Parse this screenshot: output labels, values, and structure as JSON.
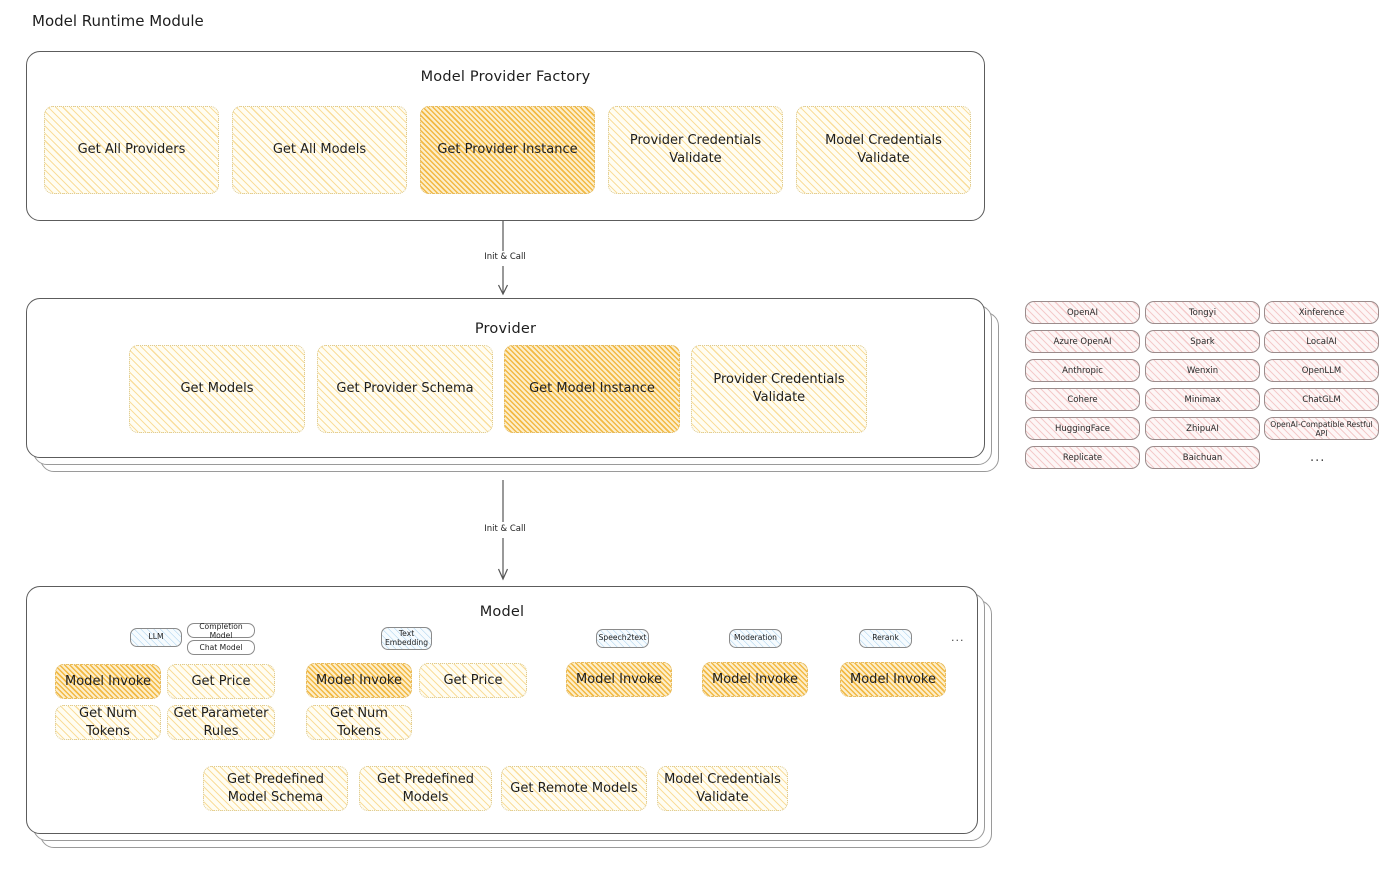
{
  "diagram": {
    "title": "Model Runtime Module",
    "arrow_label_top": "Init & Call",
    "arrow_label_bottom": "Init & Call",
    "ellipsis": "..."
  },
  "factory": {
    "title": "Model Provider Factory",
    "boxes": [
      {
        "label": "Get All Providers",
        "highlight": false
      },
      {
        "label": "Get All Models",
        "highlight": false
      },
      {
        "label": "Get Provider Instance",
        "highlight": true
      },
      {
        "label": "Provider Credentials Validate",
        "highlight": false
      },
      {
        "label": "Model Credentials Validate",
        "highlight": false
      }
    ]
  },
  "provider": {
    "title": "Provider",
    "boxes": [
      {
        "label": "Get Models",
        "highlight": false
      },
      {
        "label": "Get Provider Schema",
        "highlight": false
      },
      {
        "label": "Get Model Instance",
        "highlight": true
      },
      {
        "label": "Provider Credentials Validate",
        "highlight": false
      }
    ]
  },
  "provider_list": {
    "column1": [
      "OpenAI",
      "Azure OpenAI",
      "Anthropic",
      "Cohere",
      "HuggingFace",
      "Replicate"
    ],
    "column2": [
      "Tongyi",
      "Spark",
      "Wenxin",
      "Minimax",
      "ZhipuAI",
      "Baichuan"
    ],
    "column3": [
      "Xinference",
      "LocalAI",
      "OpenLLM",
      "ChatGLM",
      "OpenAI-Compatible Restful API"
    ],
    "more": "..."
  },
  "model": {
    "title": "Model",
    "more": "...",
    "types": [
      {
        "tag": "LLM",
        "subtags": [
          "Completion Model",
          "Chat Model"
        ],
        "methods": [
          "Model Invoke",
          "Get Price",
          "Get Num Tokens",
          "Get Parameter Rules"
        ],
        "highlight_first": true
      },
      {
        "tag": "Text Embedding",
        "subtags": [],
        "methods": [
          "Model Invoke",
          "Get Price",
          "Get Num Tokens"
        ],
        "highlight_first": true
      },
      {
        "tag": "Speech2text",
        "subtags": [],
        "methods": [
          "Model Invoke"
        ],
        "highlight_first": true
      },
      {
        "tag": "Moderation",
        "subtags": [],
        "methods": [
          "Model Invoke"
        ],
        "highlight_first": true
      },
      {
        "tag": "Rerank",
        "subtags": [],
        "methods": [
          "Model Invoke"
        ],
        "highlight_first": true
      }
    ],
    "common_methods": [
      "Get Predefined Model Schema",
      "Get Predefined Models",
      "Get Remote Models",
      "Model Credentials Validate"
    ]
  },
  "colors": {
    "accent_yellow": "#f5c456",
    "accent_yellow_strong": "#f0b02c",
    "accent_pink": "#e89696",
    "accent_blue": "#6eafe1",
    "stroke": "#5c5c5c"
  }
}
